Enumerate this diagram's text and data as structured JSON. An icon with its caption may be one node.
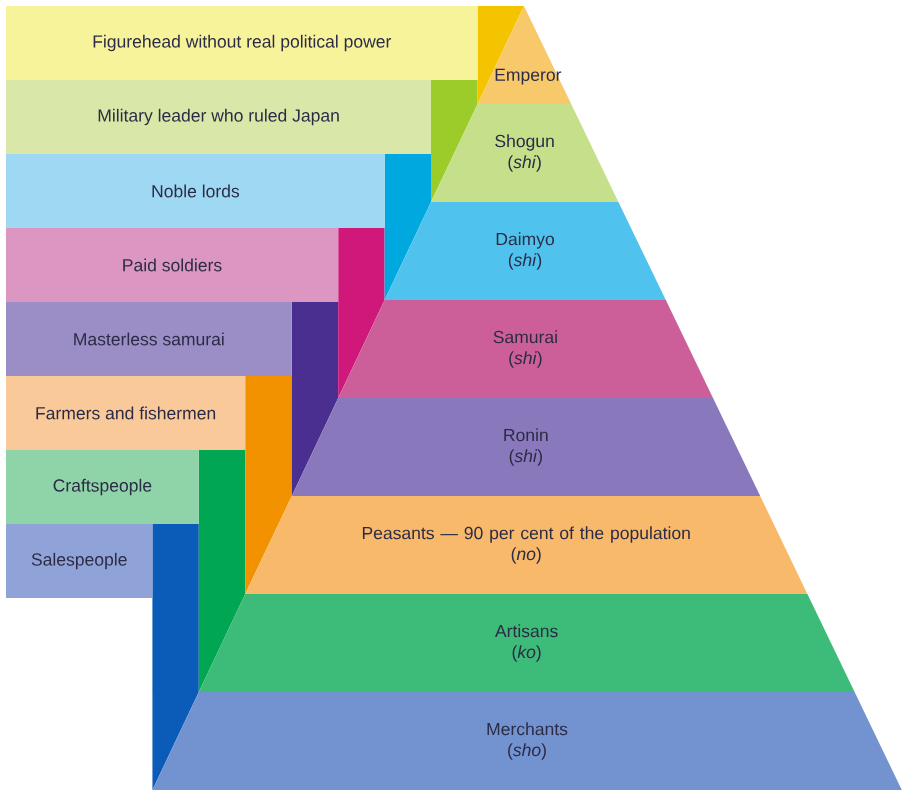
{
  "diagram": {
    "nodes": [
      {
        "text": [
          "Figurehead without real political power"
        ]
      },
      {
        "text": [
          "Emperor"
        ]
      },
      {
        "text": [
          "Military leader who ruled Japan"
        ]
      },
      {
        "text": [
          "Shogun",
          "(*shi*)"
        ]
      },
      {
        "text": [
          "Noble lords"
        ]
      },
      {
        "text": [
          "Daimyo",
          "(*shi*)"
        ]
      },
      {
        "text": [
          "Paid soldiers"
        ]
      },
      {
        "text": [
          "Samurai",
          "(*shi*)"
        ]
      },
      {
        "text": [
          "Masterless samurai"
        ]
      },
      {
        "text": [
          "Ronin",
          "(*shi*)"
        ]
      },
      {
        "text": [
          "Farmers and fishermen"
        ]
      },
      {
        "text": [
          "Peasants — 90 per cent of the population",
          "(*no*)"
        ]
      },
      {
        "text": [
          "Craftspeople"
        ]
      },
      {
        "text": [
          "Artisans",
          "(*ko*)"
        ]
      },
      {
        "text": [
          "Salespeople"
        ]
      },
      {
        "text": [
          "Merchants",
          "(*sho*)"
        ]
      }
    ]
  }
}
